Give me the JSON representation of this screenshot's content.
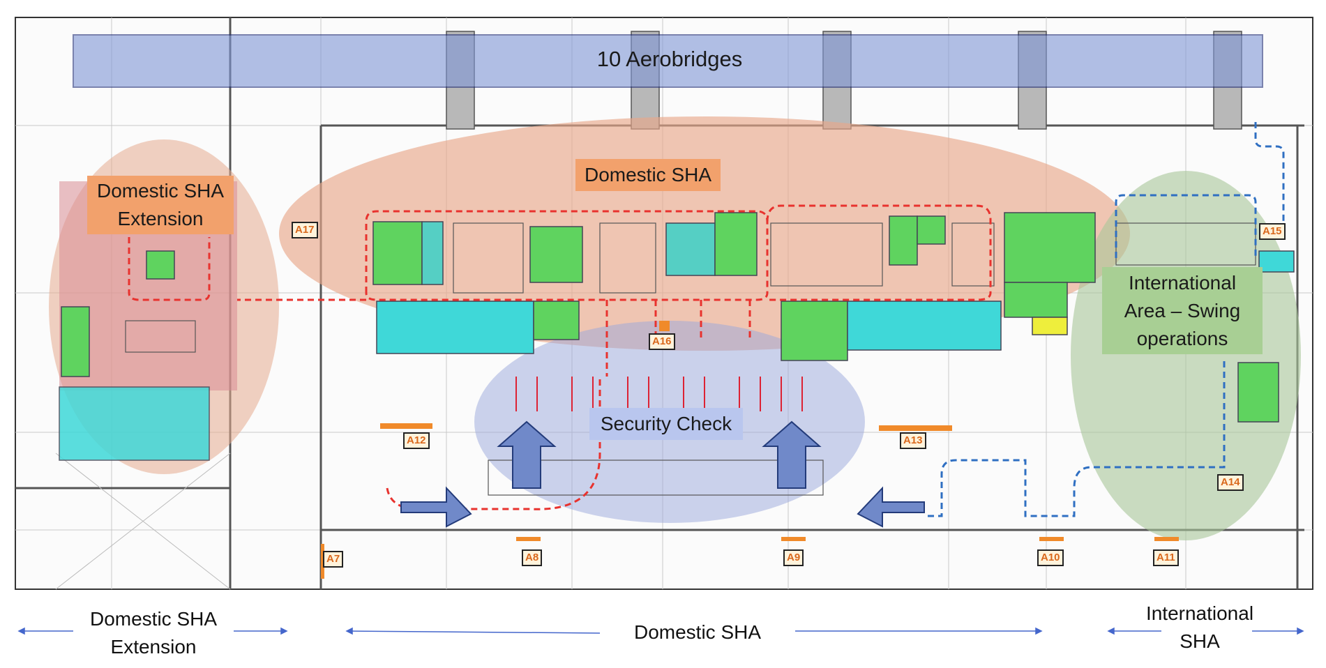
{
  "zones": {
    "aerobridges": "10 Aerobridges",
    "domestic_sha": "Domestic SHA",
    "domestic_sha_extension_line1": "Domestic SHA",
    "domestic_sha_extension_line2": "Extension",
    "security_check": "Security Check",
    "international_line1": "International",
    "international_line2": "Area – Swing",
    "international_line3": "operations"
  },
  "gates": [
    "A7",
    "A8",
    "A9",
    "A10",
    "A11",
    "A12",
    "A13",
    "A14",
    "A15",
    "A16",
    "A17"
  ],
  "footer": {
    "extension_line1": "Domestic SHA",
    "extension_line2": "Extension",
    "domestic": "Domestic SHA",
    "international_line1": "International",
    "international_line2": "SHA"
  },
  "colors": {
    "aerobridge_band": "#7f96d6",
    "domestic_zone": "#e8a88a",
    "extension_zone": "#d98d94",
    "security_zone": "#9aa8dc",
    "international_zone": "#a9c79a",
    "flow_domestic": "#e8322e",
    "flow_international": "#2f6fc2",
    "room_green": "#5fd35f",
    "room_cyan": "#3fd8d8",
    "label_orange": "#f2a16c",
    "label_green": "#a8cf94",
    "label_blue": "#b9c6ee"
  }
}
